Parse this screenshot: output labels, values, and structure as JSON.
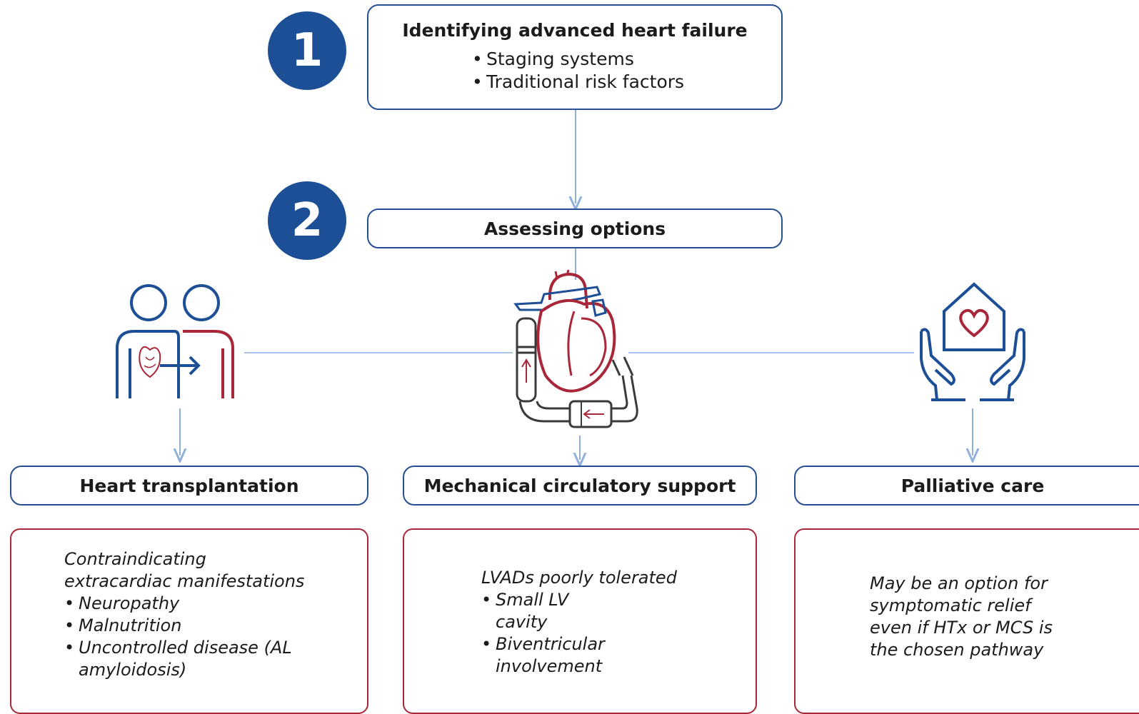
{
  "steps": {
    "step1": {
      "number": "1",
      "title": "Identifying advanced heart failure",
      "items": [
        "Staging systems",
        "Traditional risk factors"
      ]
    },
    "step2": {
      "number": "2",
      "title": "Assessing options"
    }
  },
  "options": [
    {
      "label": "Heart transplantation",
      "icon": "heart-transplant-icon",
      "details": {
        "intro": [
          "Contraindicating",
          "extracardiac manifestations"
        ],
        "items": [
          "Neuropathy",
          "Malnutrition",
          "Uncontrolled disease (AL amyloidosis)"
        ]
      }
    },
    {
      "label": "Mechanical circulatory support",
      "icon": "lvad-heart-icon",
      "details": {
        "intro": [
          "LVADs poorly tolerated"
        ],
        "items": [
          "Small LV cavity",
          "Biventricular involvement"
        ]
      }
    },
    {
      "label": "Palliative care",
      "icon": "palliative-care-hands-icon",
      "details": {
        "text": "May be an option for symptomatic relief even if HTx or MCS is the chosen pathway"
      }
    }
  ],
  "colors": {
    "primary_blue": "#1c4f96",
    "box_blue": "#274f94",
    "accent_red": "#a8283a",
    "connector": "#8fb1dc"
  }
}
